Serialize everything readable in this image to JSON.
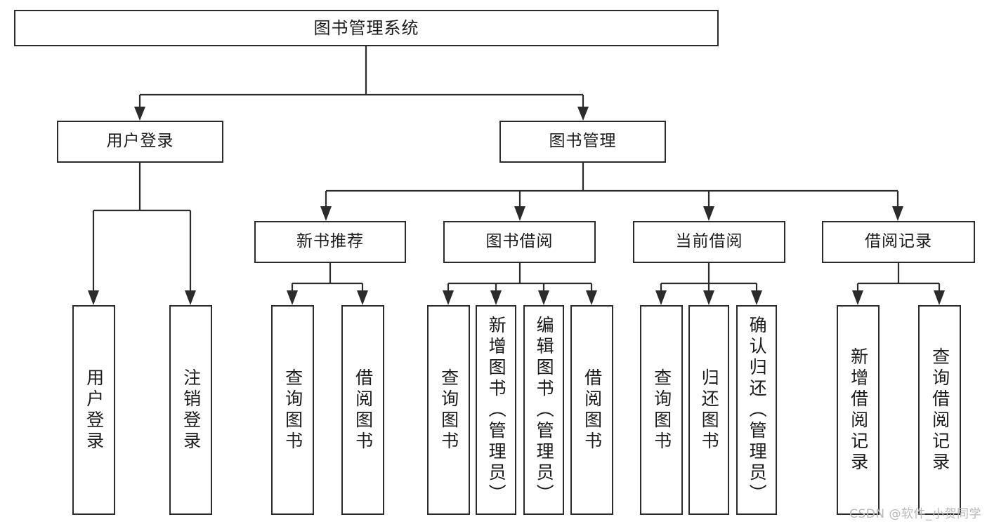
{
  "diagram": {
    "title": "图书管理系统",
    "watermark": "CSDN @软件_小贺同学",
    "colors": {
      "stroke": "#2b2b2b",
      "background": "#ffffff",
      "text": "#1a1a1a",
      "watermark": "#b9b9b9"
    },
    "levels": {
      "root": {
        "label": "图书管理系统"
      },
      "level2": [
        {
          "label": "用户登录"
        },
        {
          "label": "图书管理"
        }
      ],
      "level3": [
        {
          "label": "新书推荐"
        },
        {
          "label": "图书借阅"
        },
        {
          "label": "当前借阅"
        },
        {
          "label": "借阅记录"
        }
      ],
      "leaves": {
        "user_login": [
          {
            "label": "用户登录"
          },
          {
            "label": "注销登录"
          }
        ],
        "new_book_recommend": [
          {
            "label": "查询图书"
          },
          {
            "label": "借阅图书"
          }
        ],
        "book_borrow": [
          {
            "label": "查询图书"
          },
          {
            "label": "新增图书（管理员）"
          },
          {
            "label": "编辑图书（管理员）"
          },
          {
            "label": "借阅图书"
          }
        ],
        "current_borrow": [
          {
            "label": "查询图书"
          },
          {
            "label": "归还图书"
          },
          {
            "label": "确认归还（管理员）"
          }
        ],
        "borrow_records": [
          {
            "label": "新增借阅记录"
          },
          {
            "label": "查询借阅记录"
          }
        ]
      }
    }
  }
}
